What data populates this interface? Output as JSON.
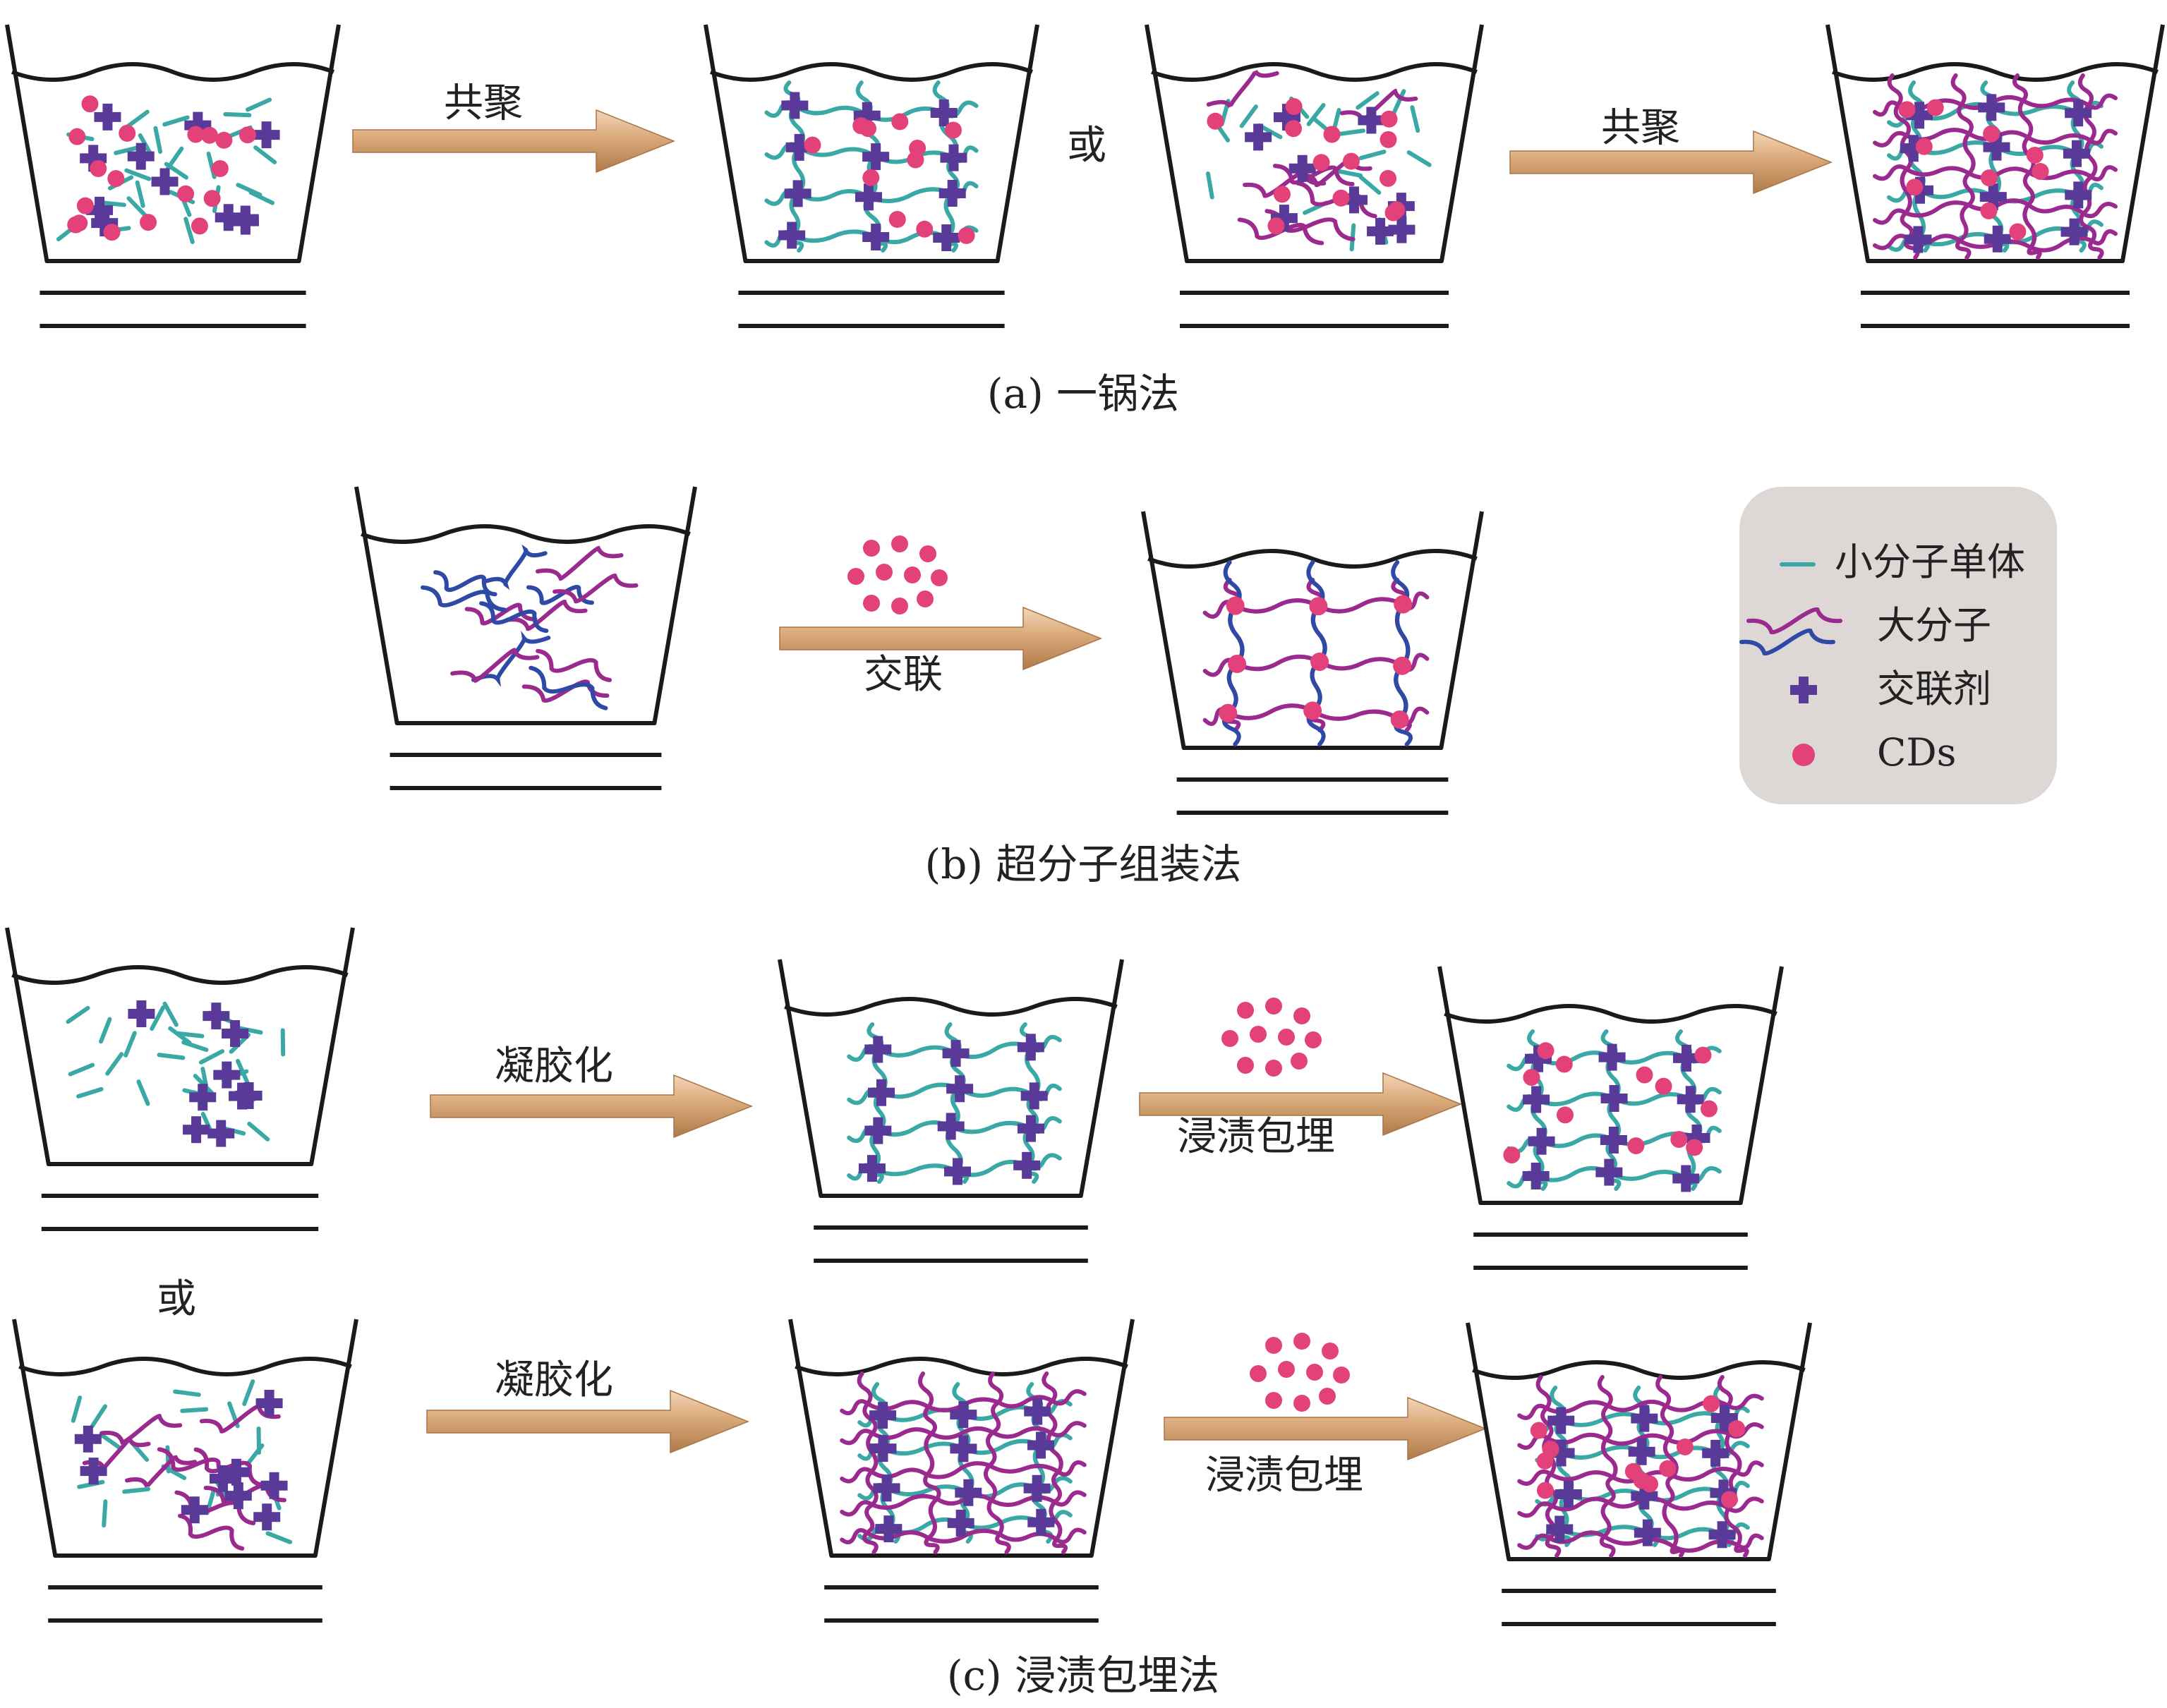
{
  "colors": {
    "monomer": "#3aa9a6",
    "macro_magenta": "#9b2a8f",
    "macro_blue": "#2e4aa5",
    "crosslinker": "#5a3a98",
    "cds": "#e3417a",
    "container": "#1a1a1a",
    "arrow": "#d9a978",
    "legend_bg": "#ddd8d6"
  },
  "arrows": {
    "a1": "共聚",
    "a2": "共聚",
    "b1": "交联",
    "c1": "凝胶化",
    "c2": "浸渍包埋",
    "c3": "凝胶化",
    "c4": "浸渍包埋"
  },
  "or_labels": {
    "a": "或",
    "c": "或"
  },
  "captions": {
    "a": "(a) 一锅法",
    "b": "(b) 超分子组装法",
    "c": "(c) 浸渍包埋法"
  },
  "legend": {
    "monomer": "小分子单体",
    "macromolecule": "大分子",
    "crosslinker": "交联剂",
    "cds": "CDs"
  }
}
